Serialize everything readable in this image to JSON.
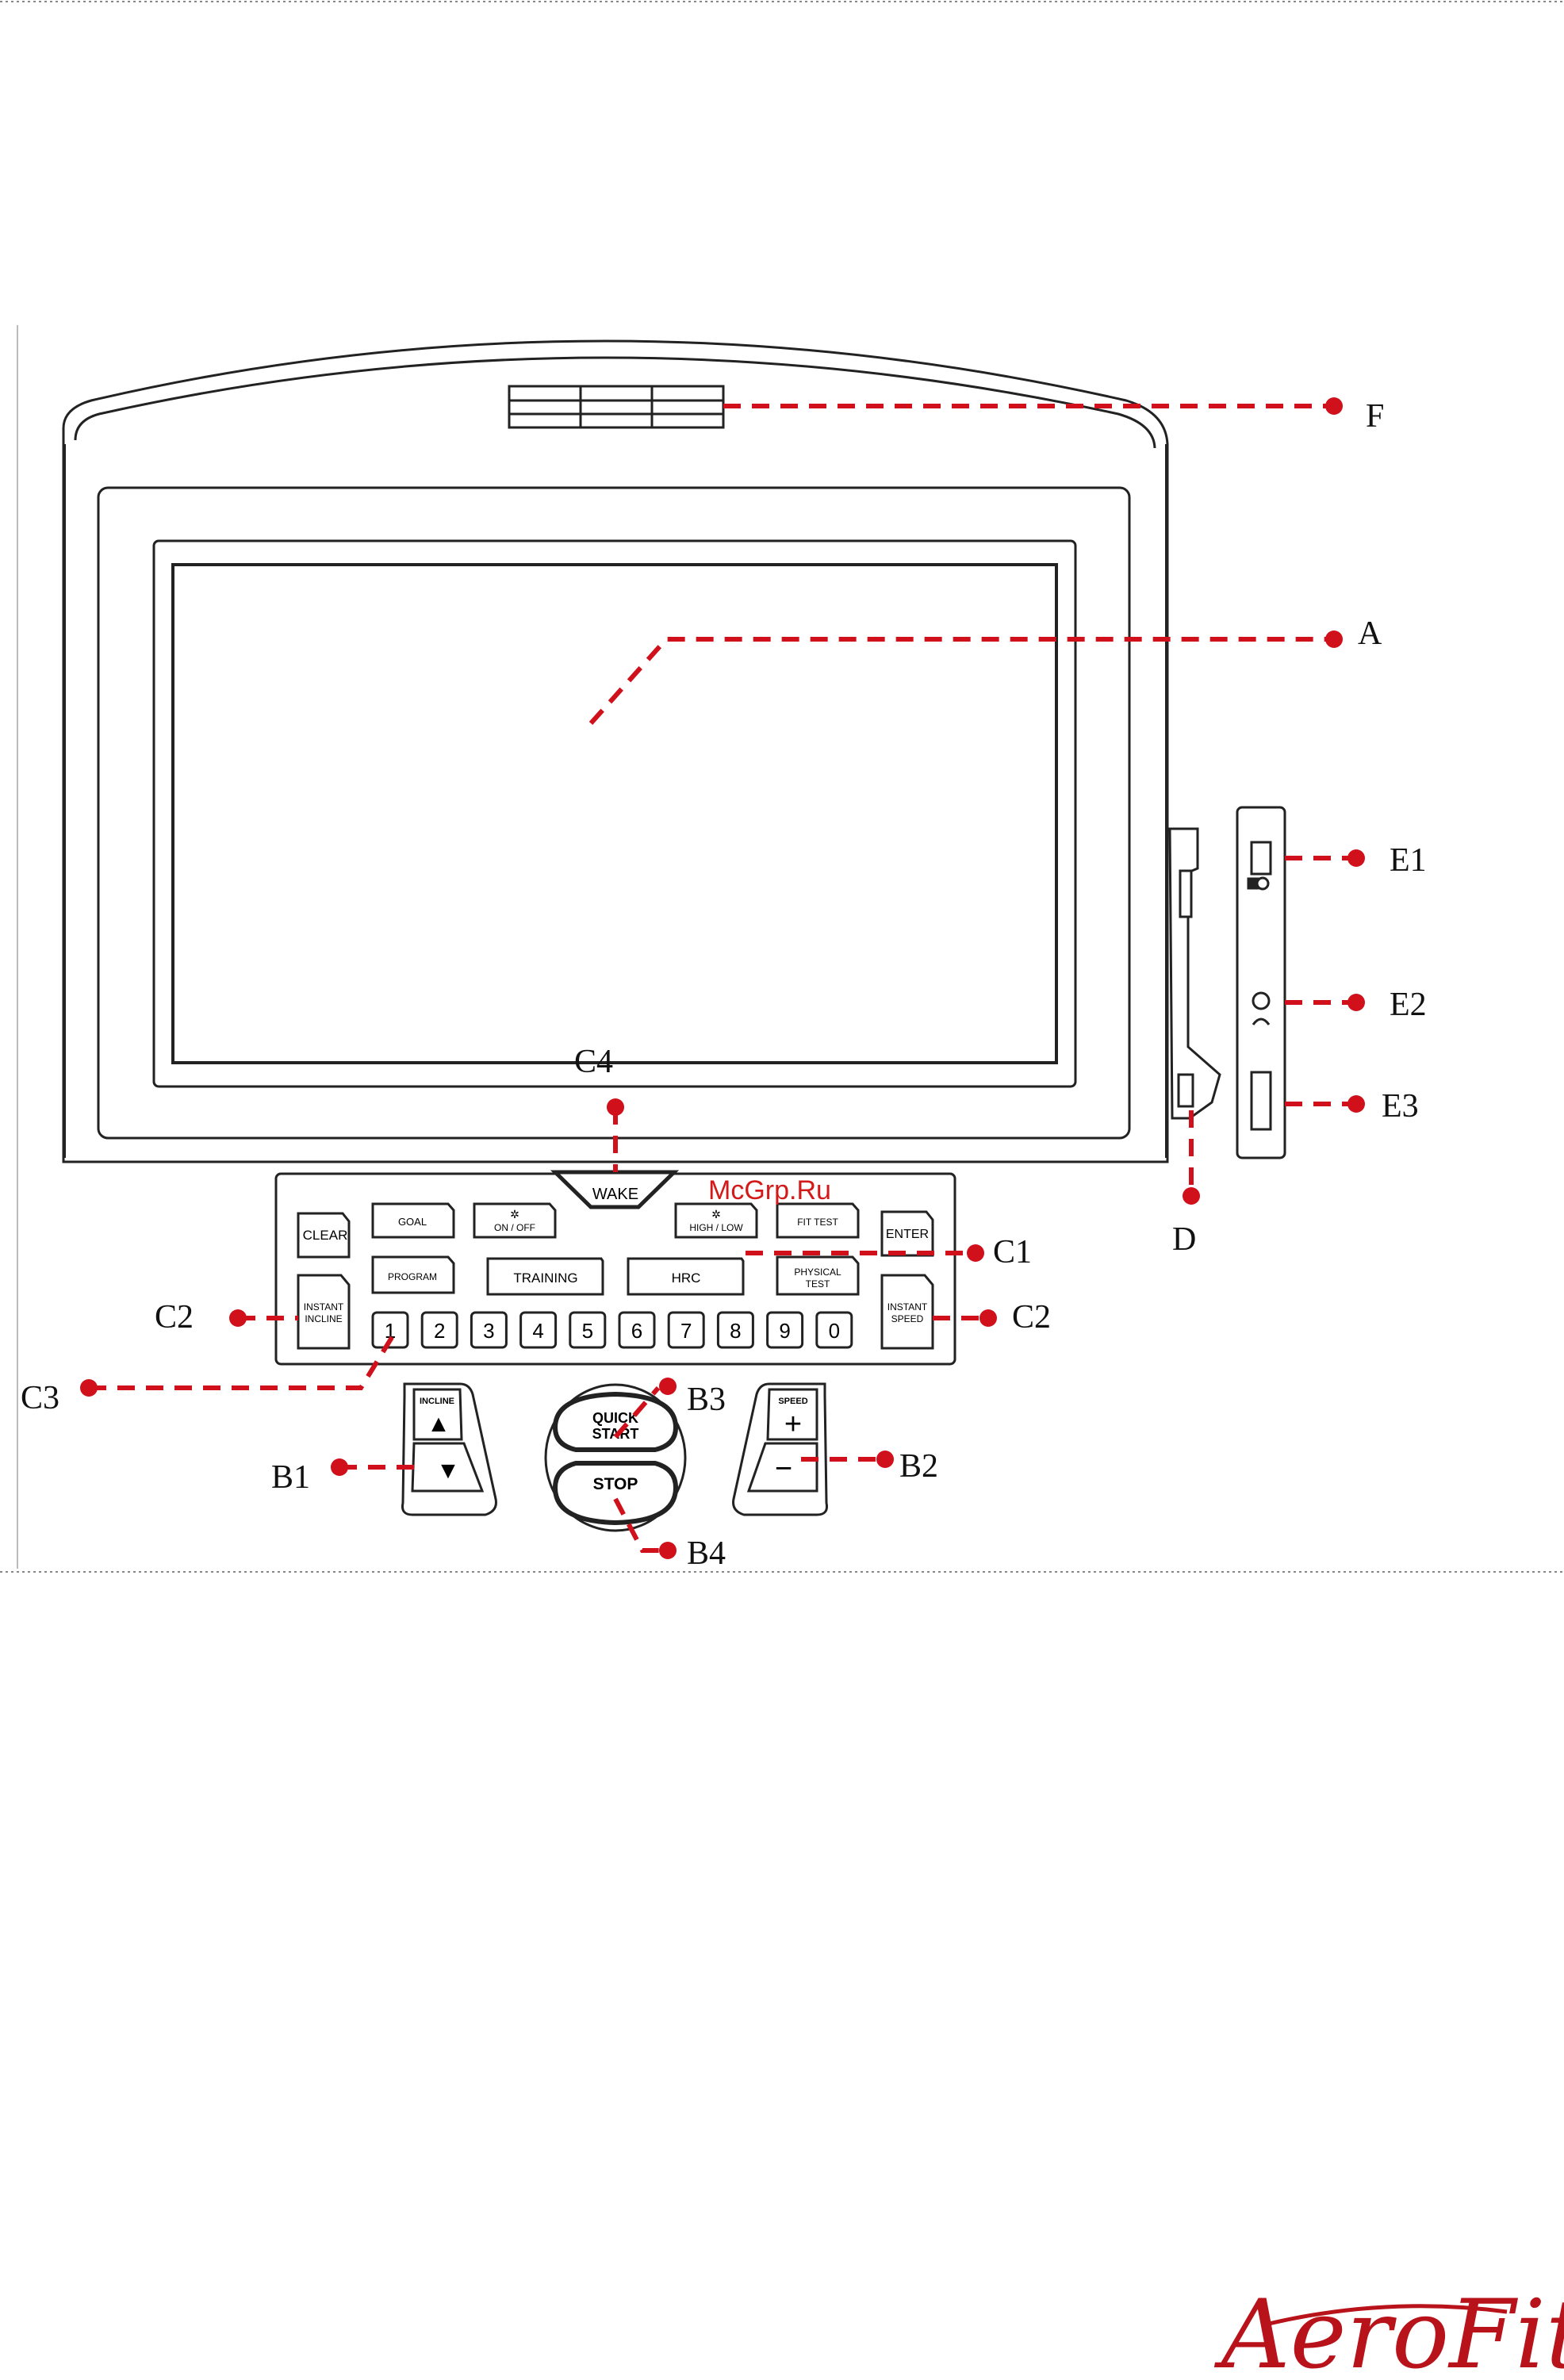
{
  "watermark": "McGrp.Ru",
  "brand": "AeroFit",
  "callouts": {
    "F": "F",
    "A": "A",
    "E1": "E1",
    "E2": "E2",
    "E3": "E3",
    "D": "D",
    "C4": "C4",
    "C1": "C1",
    "C2_left": "C2",
    "C2_right": "C2",
    "C3": "C3",
    "B1": "B1",
    "B2": "B2",
    "B3": "B3",
    "B4": "B4"
  },
  "keypad": {
    "wake": "WAKE",
    "clear": "CLEAR",
    "goal": "GOAL",
    "fan_on_off": "ON / OFF",
    "fan_high_low": "HIGH / LOW",
    "fit_test": "FIT TEST",
    "enter": "ENTER",
    "program": "PROGRAM",
    "training": "TRAINING",
    "hrc": "HRC",
    "physical_test_1": "PHYSICAL",
    "physical_test_2": "TEST",
    "instant_incline_1": "INSTANT",
    "instant_incline_2": "INCLINE",
    "instant_speed_1": "INSTANT",
    "instant_speed_2": "SPEED",
    "digits": [
      "1",
      "2",
      "3",
      "4",
      "5",
      "6",
      "7",
      "8",
      "9",
      "0"
    ]
  },
  "controls": {
    "incline_label": "INCLINE",
    "speed_label": "SPEED",
    "quick_start_1": "QUICK",
    "quick_start_2": "START",
    "stop": "STOP",
    "plus": "+",
    "minus": "−",
    "up_arrow": "▲",
    "down_arrow": "▼"
  },
  "colors": {
    "callout_red": "#d0101a",
    "line": "#222222"
  }
}
